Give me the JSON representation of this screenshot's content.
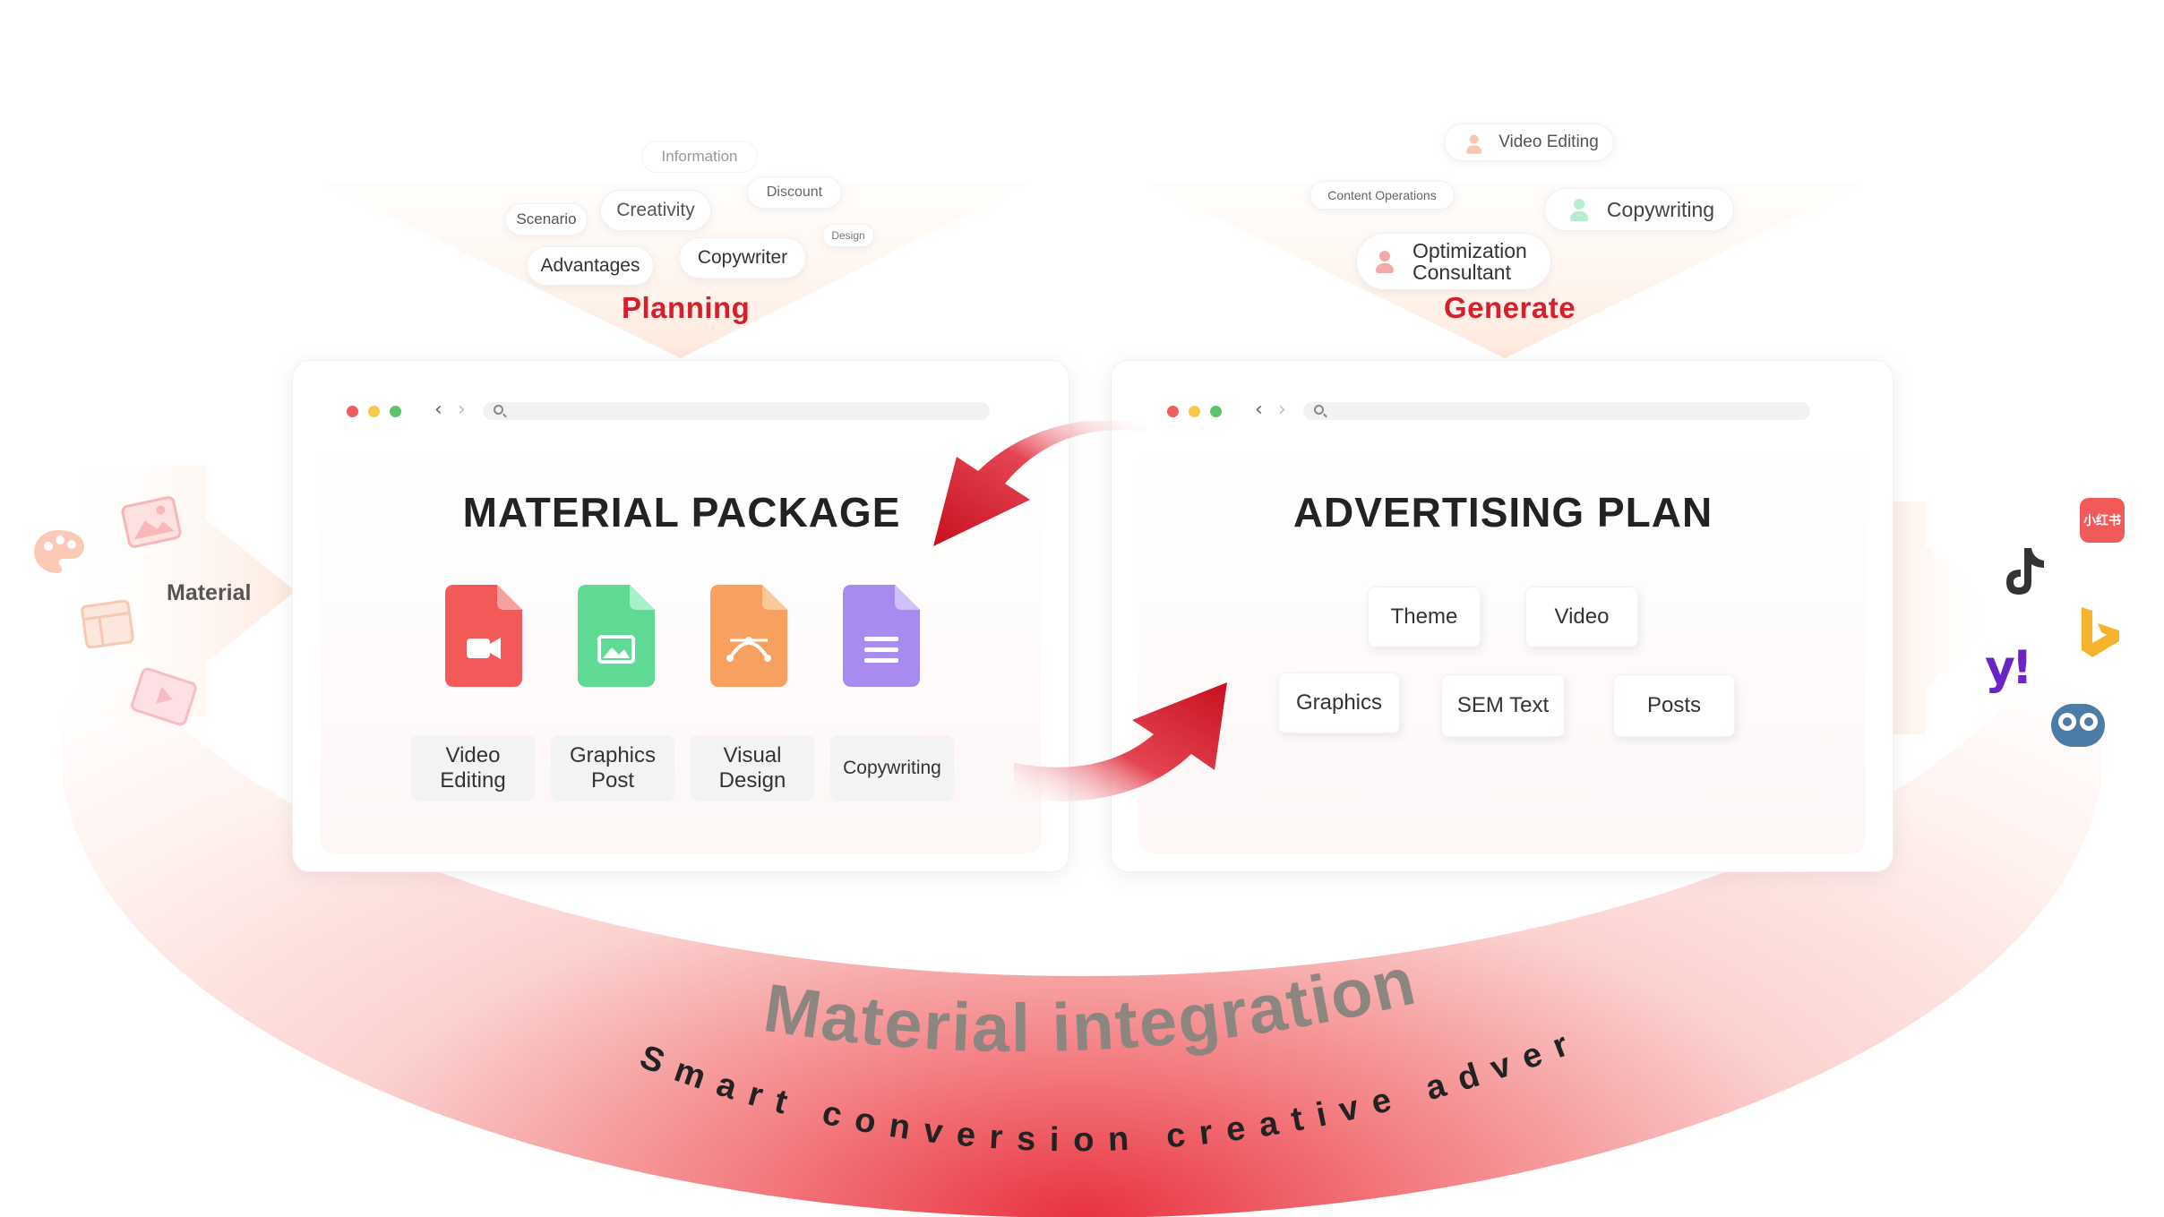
{
  "planning": {
    "label": "Planning",
    "tags": [
      "Information",
      "Discount",
      "Scenario",
      "Creativity",
      "Design",
      "Advantages",
      "Copywriter"
    ]
  },
  "generate": {
    "label": "Generate",
    "tags": [
      "Video Editing",
      "Content Operations",
      "Copywriting",
      "Optimization Consultant"
    ]
  },
  "material_package": {
    "title": "MATERIAL PACKAGE",
    "items": [
      "Video Editing",
      "Graphics Post",
      "Visual Design",
      "Copywriting"
    ]
  },
  "advertising_plan": {
    "title": "ADVERTISING PLAN",
    "tags": [
      "Theme",
      "Video",
      "Graphics",
      "SEM Text",
      "Posts"
    ]
  },
  "left_side": {
    "label": "Material"
  },
  "bottom": {
    "title": "Material integration",
    "subtitle": "Smart conversion creative advertising"
  },
  "platforms": {
    "xiaohongshu_text": "小红书",
    "yahoo_text": "y!",
    "icons": [
      "xiaohongshu-icon",
      "tiktok-icon",
      "bing-icon",
      "yahoo-icon",
      "mixi-icon"
    ]
  },
  "colors": {
    "accent_red": "#d61f2c",
    "video_icon": "#f25a5a",
    "graphics_icon": "#5fdb96",
    "design_icon": "#f7a05f",
    "copy_icon": "#a98bf0"
  }
}
